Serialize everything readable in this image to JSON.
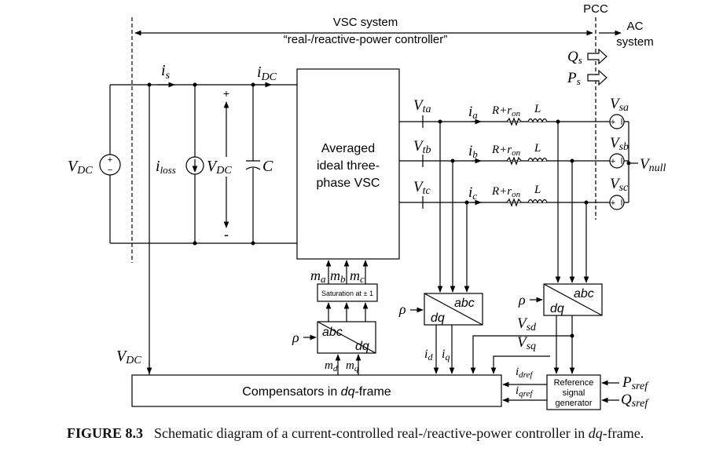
{
  "header": {
    "pcc": "PCC",
    "ac_system_line1": "AC",
    "ac_system_line2": "system",
    "vsc_system_line1": "VSC system",
    "vsc_system_line2": "“real-/reactive-power controller”"
  },
  "dc_side": {
    "vdc_source": "V",
    "vdc_source_sub": "DC",
    "is_label": "i",
    "is_sub": "s",
    "idc_label": "i",
    "idc_sub": "DC",
    "iloss_label": "i",
    "iloss_sub": "loss",
    "vdc_cap": "V",
    "vdc_cap_sub": "DC",
    "cap_label": "C",
    "plus": "+",
    "minus": "-",
    "vdc_feedback": "V",
    "vdc_feedback_sub": "DC"
  },
  "vsc_block": {
    "line1": "Averaged",
    "line2": "ideal three-",
    "line3": "phase VSC"
  },
  "phases": [
    {
      "v": "V",
      "v_sub": "ta",
      "i": "i",
      "i_sub": "a",
      "r": "R+r",
      "r_sub": "on",
      "l": "L",
      "vs": "V",
      "vs_sub": "sa"
    },
    {
      "v": "V",
      "v_sub": "tb",
      "i": "i",
      "i_sub": "b",
      "r": "R+r",
      "r_sub": "on",
      "l": "L",
      "vs": "V",
      "vs_sub": "sb"
    },
    {
      "v": "V",
      "v_sub": "tc",
      "i": "i",
      "i_sub": "c",
      "r": "R+r",
      "r_sub": "on",
      "l": "L",
      "vs": "V",
      "vs_sub": "sc"
    }
  ],
  "power": {
    "qs": "Q",
    "qs_sub": "s",
    "ps": "P",
    "ps_sub": "s",
    "vnull": "V",
    "vnull_sub": "null"
  },
  "modulation": {
    "ma": "m",
    "ma_sub": "a",
    "mb": "m",
    "mb_sub": "b",
    "mc": "m",
    "mc_sub": "c",
    "saturation": "Saturation at ± 1",
    "md": "m",
    "md_sub": "d",
    "mq": "m",
    "mq_sub": "q"
  },
  "transforms": {
    "abc": "abc",
    "dq": "dq",
    "rho": "ρ"
  },
  "dq_signals": {
    "id": "i",
    "id_sub": "d",
    "iq": "i",
    "iq_sub": "q",
    "vsd": "V",
    "vsd_sub": "sd",
    "vsq": "V",
    "vsq_sub": "sq",
    "idref": "i",
    "idref_sub": "dref",
    "iqref": "i",
    "iqref_sub": "qref"
  },
  "blocks": {
    "compensators_prefix": "Compensators in ",
    "compensators_italic": "dq",
    "compensators_suffix": "-frame",
    "ref_line1": "Reference",
    "ref_line2": "signal",
    "ref_line3": "generator"
  },
  "refs": {
    "psref": "P",
    "psref_sub": "sref",
    "qsref": "Q",
    "qsref_sub": "sref"
  },
  "caption": {
    "figure": "FIGURE 8.3",
    "text": "Schematic diagram of a current-controlled real-/reactive-power controller in ",
    "italic": "dq",
    "tail": "-frame."
  }
}
